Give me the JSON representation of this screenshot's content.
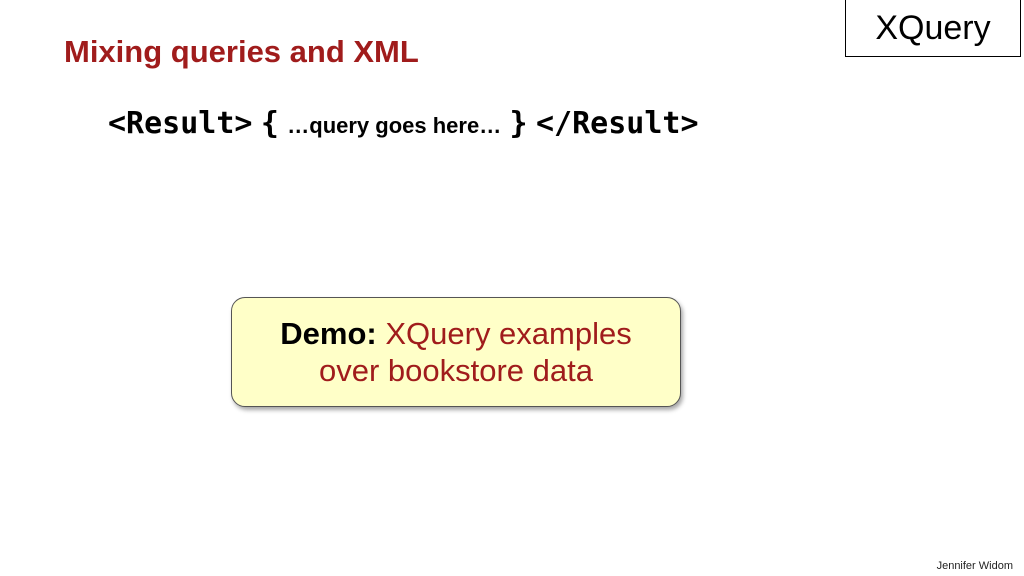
{
  "topic": "XQuery",
  "title": "Mixing queries and XML",
  "code": {
    "open_tag": "<Result>",
    "open_brace": "{",
    "placeholder": "…query goes here…",
    "close_brace": "}",
    "close_tag": "</Result>"
  },
  "demo": {
    "label": "Demo:",
    "line1_rest": "XQuery examples",
    "line2": "over bookstore data"
  },
  "footer": {
    "author": "Jennifer Widom"
  }
}
